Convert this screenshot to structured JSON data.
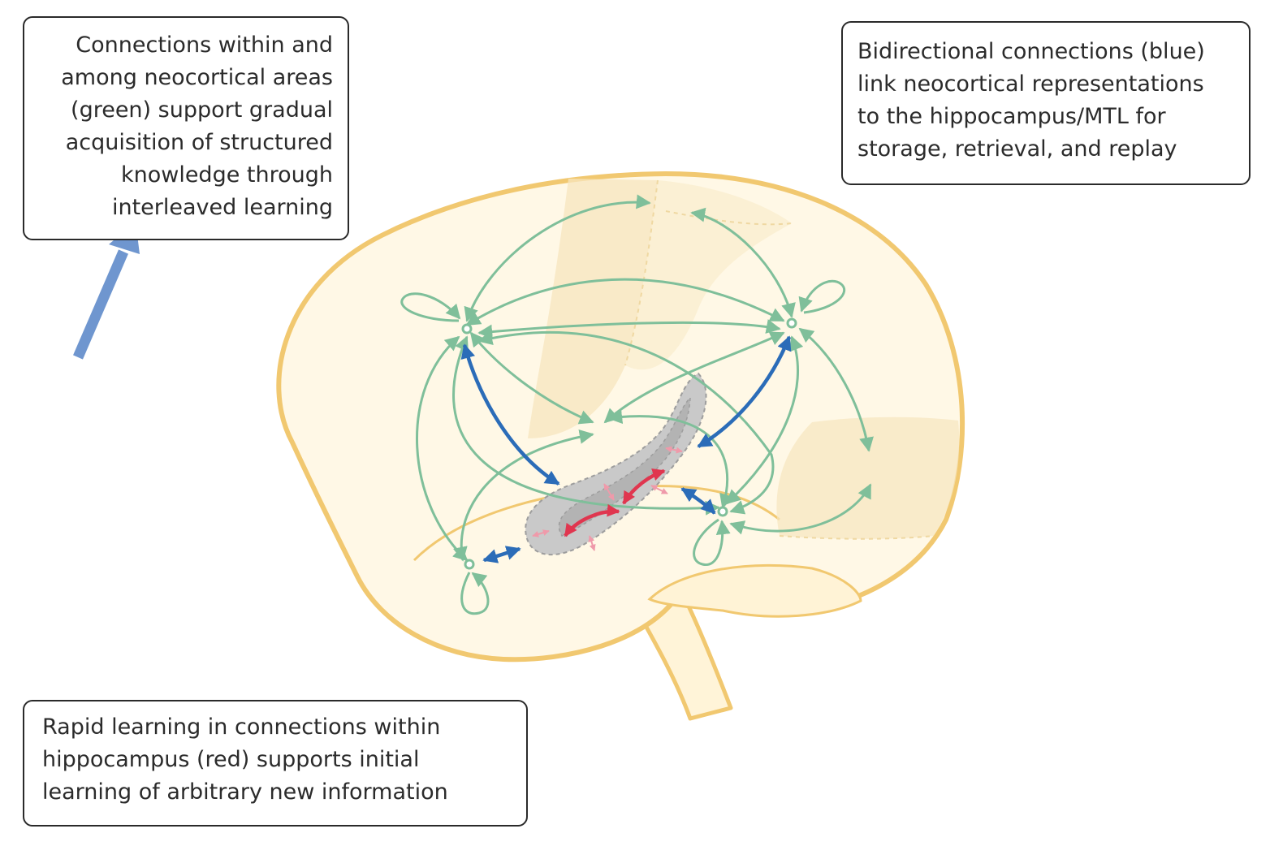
{
  "callouts": {
    "green": {
      "lines": [
        "Connections within and",
        "among neocortical areas",
        "(green) support gradual",
        "acquisition of structured",
        "knowledge through",
        "interleaved learning"
      ]
    },
    "blue": {
      "lines": [
        "Bidirectional connections (blue)",
        "link neocortical representations",
        "to the hippocampus/MTL for",
        "storage, retrieval, and replay"
      ]
    },
    "red": {
      "lines": [
        "Rapid learning in connections within",
        "hippocampus (red) supports initial",
        "learning of arbitrary new information"
      ]
    }
  },
  "colors": {
    "neocortical_connections": "#7fbf9a",
    "hippocampal_links": "#2b6cb8",
    "hippocampal_learning": "#e0364f",
    "brain_outline": "#f1c870",
    "brain_fill": "#fff8e6",
    "hippocampus_fill": "#c9c9c9",
    "pointer_arrow": "#6f96cf"
  }
}
